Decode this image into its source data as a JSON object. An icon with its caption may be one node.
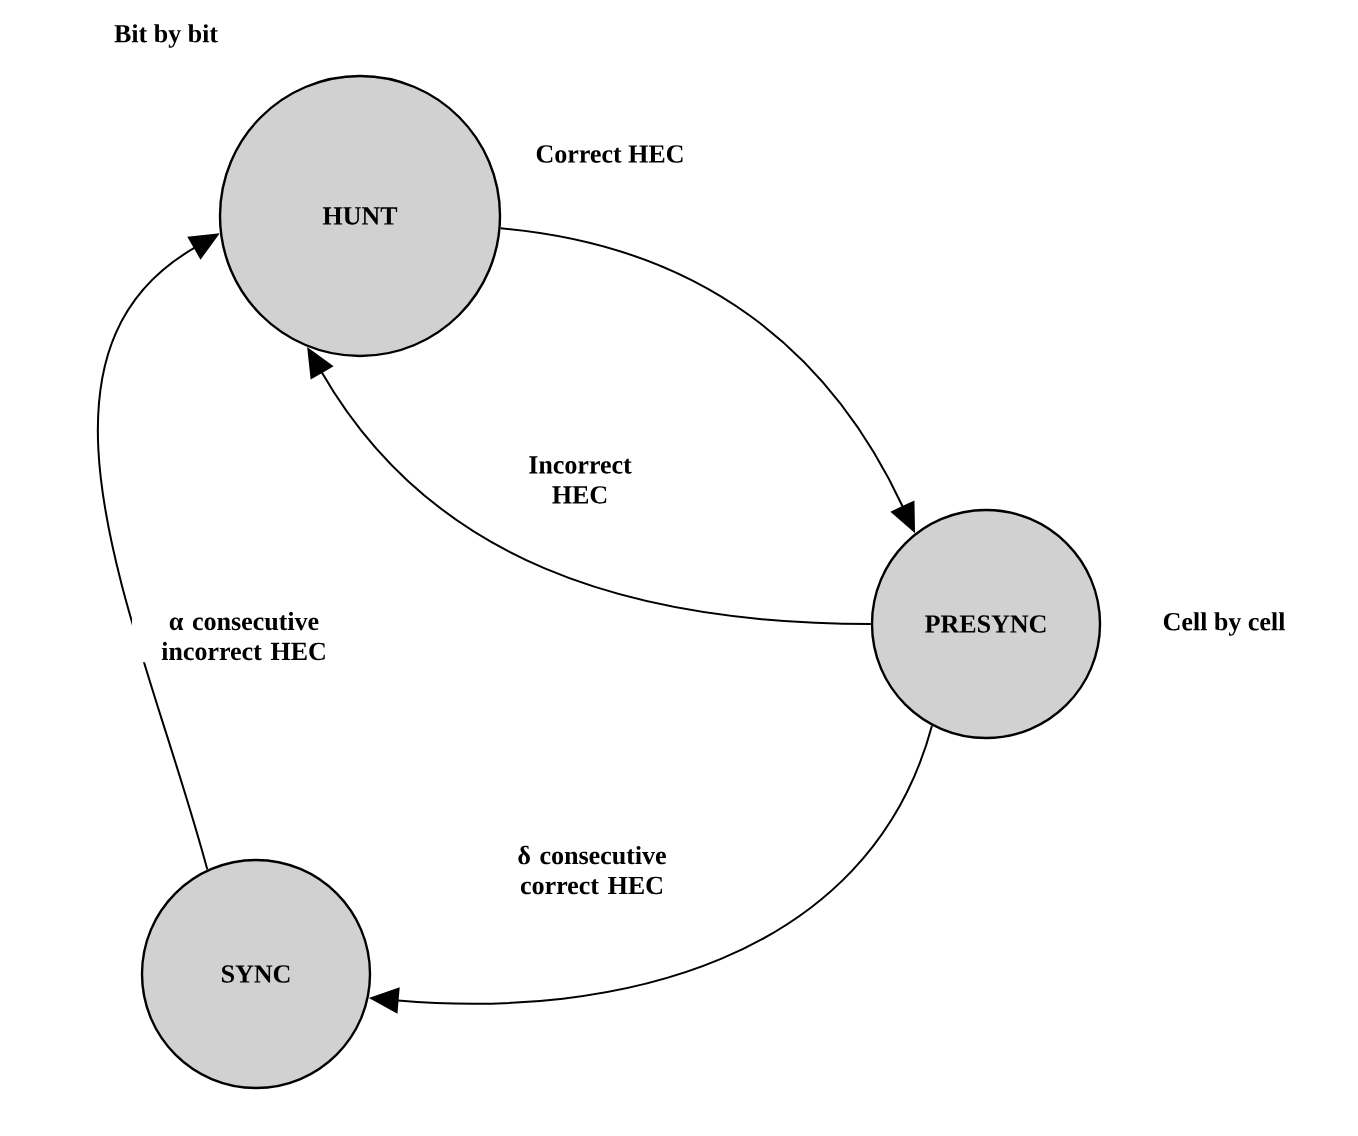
{
  "diagram": {
    "nodes": [
      {
        "text": [
          "HUNT"
        ],
        "beside": [
          "Bit by bit"
        ]
      },
      {
        "text": [
          "PRESYNC"
        ],
        "beside": [
          "Cell by cell"
        ]
      },
      {
        "text": [
          "SYNC"
        ]
      }
    ],
    "edges": [
      {
        "from": 0,
        "to": 1,
        "arrow": "to",
        "label": "Correct HEC"
      },
      {
        "from": 1,
        "to": 0,
        "arrow": "to",
        "label": "Incorrect HEC"
      },
      {
        "from": 1,
        "to": 2,
        "arrow": "to",
        "label": "δ consecutive correct HEC"
      },
      {
        "from": 2,
        "to": 0,
        "arrow": "to",
        "label": "α consecutive incorrect HEC"
      }
    ]
  }
}
